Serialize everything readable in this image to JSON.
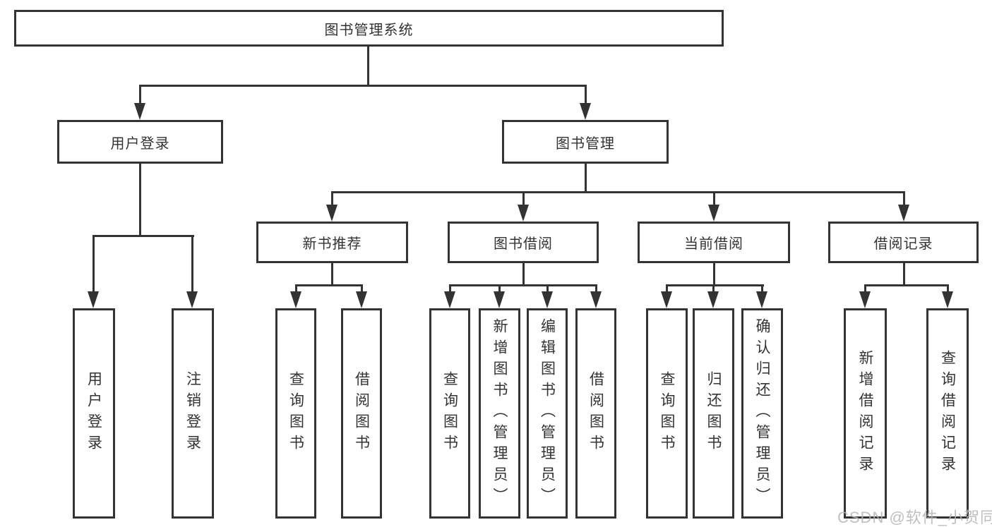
{
  "diagram": {
    "root": {
      "label": "图书管理系统"
    },
    "level2": [
      {
        "label": "用户登录"
      },
      {
        "label": "图书管理"
      }
    ],
    "level3": [
      {
        "label": "新书推荐"
      },
      {
        "label": "图书借阅"
      },
      {
        "label": "当前借阅"
      },
      {
        "label": "借阅记录"
      }
    ],
    "leaves": {
      "user_login": [
        {
          "label": "用户登录"
        },
        {
          "label": "注销登录"
        }
      ],
      "new_book": [
        {
          "label": "查询图书"
        },
        {
          "label": "借阅图书"
        }
      ],
      "borrow": [
        {
          "label": "查询图书"
        },
        {
          "label": "新增图书（管理员）"
        },
        {
          "label": "编辑图书（管理员）"
        },
        {
          "label": "借阅图书"
        }
      ],
      "current": [
        {
          "label": "查询图书"
        },
        {
          "label": "归还图书"
        },
        {
          "label": "确认归还（管理员）"
        }
      ],
      "records": [
        {
          "label": "新增借阅记录"
        },
        {
          "label": "查询借阅记录"
        }
      ]
    },
    "watermark": "CSDN @软件_小贺同学",
    "colors": {
      "line": "#333333",
      "text": "#333333",
      "background": "#ffffff",
      "watermark": "#b5b5b5"
    }
  }
}
